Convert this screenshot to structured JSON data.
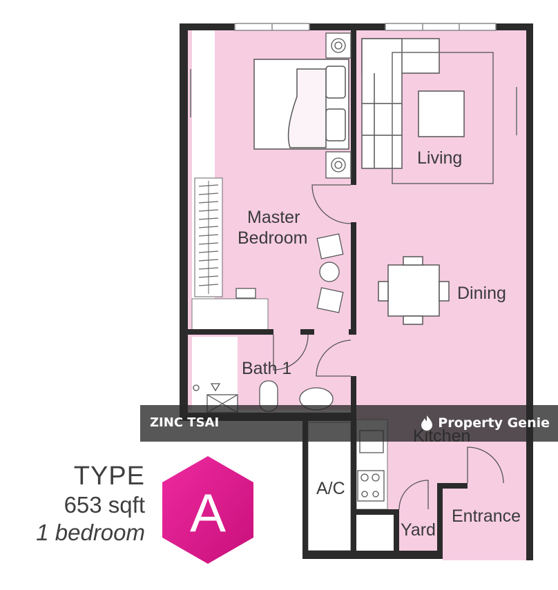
{
  "rooms": {
    "living": "Living",
    "master_line1": "Master",
    "master_line2": "Bedroom",
    "dining": "Dining",
    "bath": "Bath 1",
    "kitchen": "Kitchen",
    "ac": "A/C",
    "yard": "Yard",
    "entrance": "Entrance"
  },
  "unit": {
    "type_label": "TYPE",
    "area": "653 sqft",
    "bedrooms": "1 bedroom",
    "letter": "A"
  },
  "watermark": {
    "agent": "ZINC TSAI",
    "brand": "Property Genie"
  },
  "colors": {
    "floor": "#f7cde2",
    "wall": "#2b2b2b",
    "badge": "#e0158c"
  }
}
